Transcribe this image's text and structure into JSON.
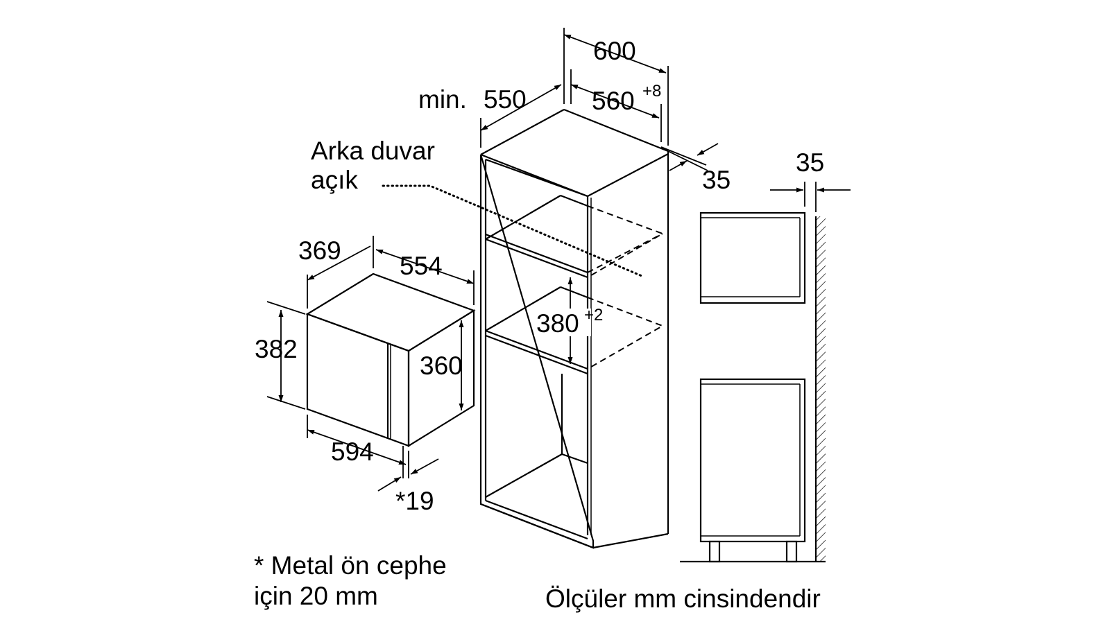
{
  "oven": {
    "depth": "369",
    "width_top": "554",
    "height_outer": "382",
    "height_inner": "360",
    "width_bottom": "594",
    "front_thickness": "*19"
  },
  "cabinet": {
    "total_width": "600",
    "min_depth_prefix": "min.",
    "min_depth": "550",
    "niche_width": "560",
    "niche_width_tol": "+8",
    "side_offset": "35",
    "niche_height": "380",
    "niche_height_tol": "+2",
    "back_wall_label_line1": "Arka duvar",
    "back_wall_label_line2": "açık"
  },
  "side_view": {
    "gap": "35"
  },
  "notes": {
    "footnote_line1": "* Metal ön cephe",
    "footnote_line2": "için 20 mm",
    "units": "Ölçüler mm cinsindendir"
  }
}
